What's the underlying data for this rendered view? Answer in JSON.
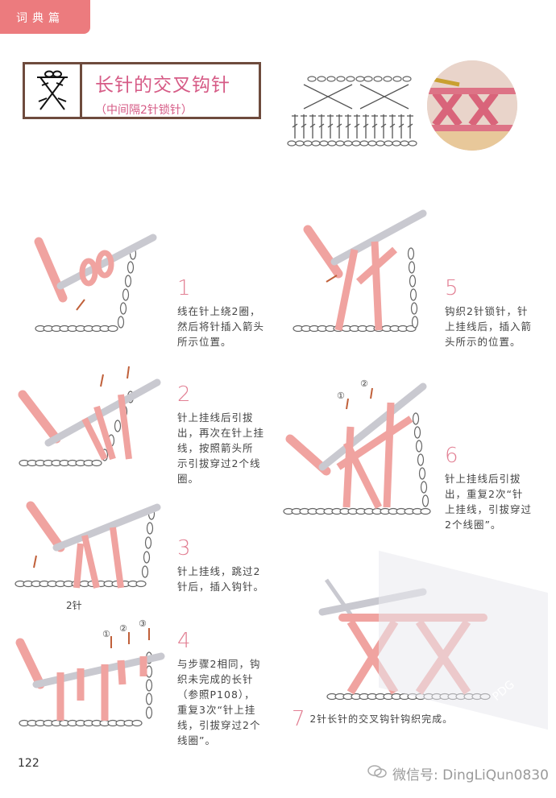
{
  "header": {
    "section_tab": "词典篇"
  },
  "title_box": {
    "title": "长针的交叉钩针",
    "subtitle": "（中间隔2针锁针）"
  },
  "steps": [
    {
      "num": "1",
      "text": "线在针上绕2圈，\n然后将针插入箭头\n所示位置。"
    },
    {
      "num": "2",
      "text": "针上挂线后引拔\n出，再次在针上挂\n线，按照箭头所\n示引拔穿过2个线\n圈。"
    },
    {
      "num": "3",
      "text": "针上挂线，跳过2\n针后，插入钩针。",
      "label": "2针"
    },
    {
      "num": "4",
      "text": "与步骤2相同，钩\n织未完成的长针\n（参照P108），\n重复3次“针上挂\n线，引拔穿过2个\n线圈”。",
      "markers": [
        "①",
        "②",
        "③"
      ]
    },
    {
      "num": "5",
      "text": "钩织2针锁针，针\n上挂线后，插入箭\n头所示的位置。"
    },
    {
      "num": "6",
      "text": "针上挂线后引拔\n出，重复2次“针\n上挂线，引拔穿过\n2个线圈”。",
      "markers": [
        "①",
        "②"
      ]
    },
    {
      "num": "7",
      "text": "2针长针的交叉钩针钩织完成。"
    }
  ],
  "page_number": "122",
  "watermark": {
    "text": "微信号: DingLiQun0830",
    "stamp": "PDG"
  },
  "colors": {
    "accent": "#ec7b7e",
    "title": "#d65b86",
    "yarn": "#f0a3a0",
    "hook": "#c9c9d0",
    "border": "#6e4b3d"
  }
}
